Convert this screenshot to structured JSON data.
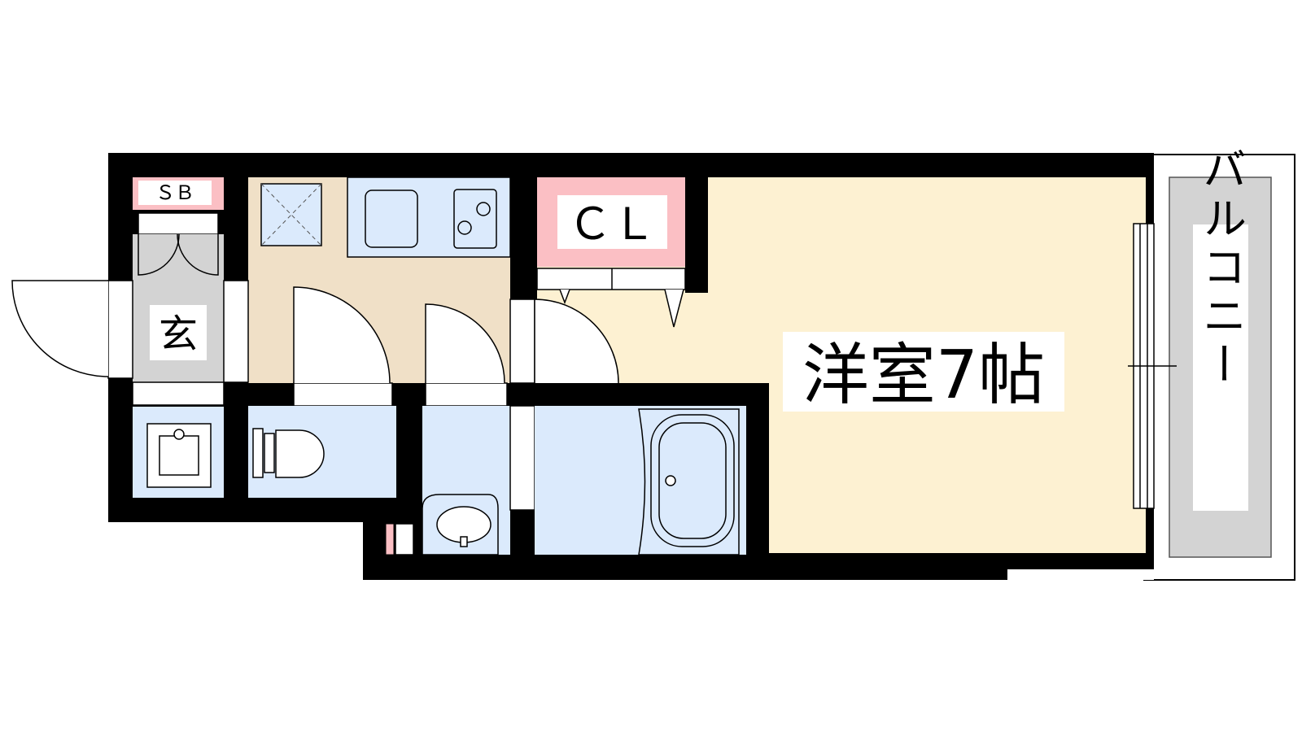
{
  "labels": {
    "shoe_box": "ＳＢ",
    "entrance": "玄",
    "closet": "ＣＬ",
    "western_room": "洋室7帖",
    "balcony": "バルコニー"
  },
  "colors": {
    "wall": "#000000",
    "western_room_floor": "#fdf1d2",
    "kitchen_floor": "#f0e0c7",
    "wet_area_floor": "#dbeafc",
    "closet_fill": "#fbbfc4",
    "entrance_floor": "#d3d3d3",
    "balcony_floor": "#d3d3d3"
  }
}
